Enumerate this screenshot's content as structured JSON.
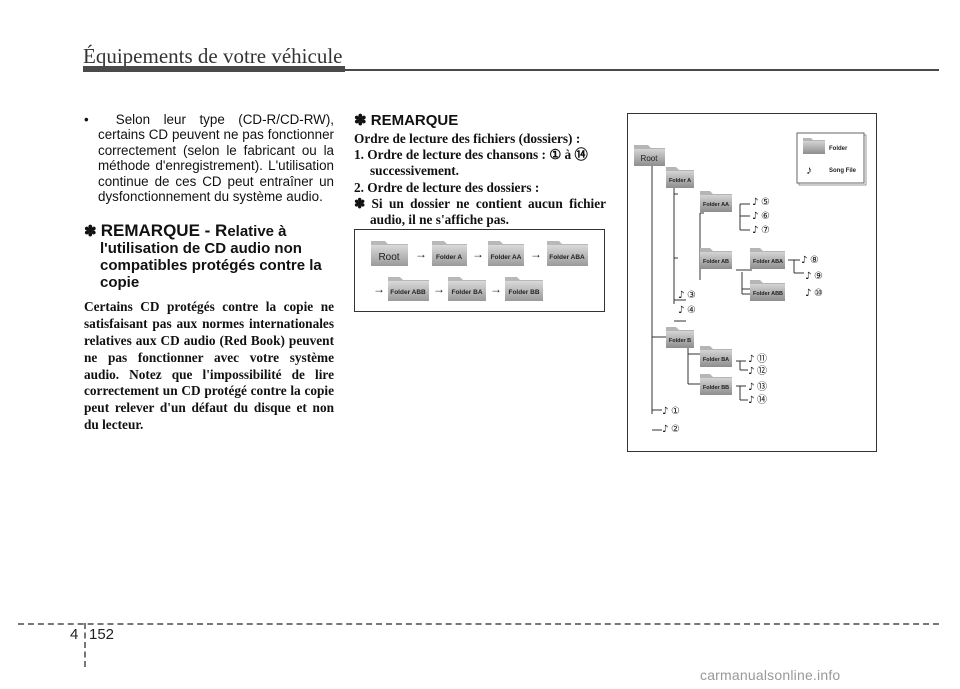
{
  "header": {
    "title": "Équipements de votre véhicule"
  },
  "left_column": {
    "bullet_symbol": "•",
    "bullet_text": "Selon leur type (CD-R/CD-RW), certains CD peuvent ne pas fonctionner correctement (selon le fabricant ou la méthode d'enregistrement). L'utilisation continue de ces CD peut entraîner un dysfonctionnement du système audio.",
    "remark_symbol": "✽",
    "remark_prefix": "REMARQUE - R",
    "remark_title_rest": "elative à l'utilisation de CD audio non compatibles protégés contre la copie",
    "remark_body": "Certains CD protégés contre la copie ne satisfaisant pas aux normes internationales relatives aux CD audio (Red Book) peuvent ne pas fonctionner avec votre système audio. Notez que l'impossibilité de lire correctement un CD protégé contre la copie peut relever d'un défaut du disque et non du lecteur."
  },
  "right_column": {
    "remark_symbol": "✽",
    "remark_title": "REMARQUE",
    "intro": "Ordre de lecture des fichiers (dossiers) :",
    "item1_lead": "1. Ordre de lecture des chansons : ",
    "item1_from": "①",
    "item1_mid": " à ",
    "item1_to": "⑭",
    "item1_rest": "successivement.",
    "item2": "2. Ordre de lecture des dossiers :",
    "note_symbol": "✽",
    "note_text": "Si un dossier ne contient aucun fichier audio, il ne s'affiche pas."
  },
  "flow": {
    "arrow": "→",
    "row1": [
      "Root",
      "Folder A",
      "Folder AA",
      "Folder ABA"
    ],
    "row2": [
      "Folder ABB",
      "Folder BA",
      "Folder BB"
    ]
  },
  "tree": {
    "folders": {
      "root": "Root",
      "a": "Folder A",
      "aa": "Folder AA",
      "ab": "Folder AB",
      "aba": "Folder ABA",
      "abb": "Folder ABB",
      "b": "Folder B",
      "ba": "Folder BA",
      "bb": "Folder BB"
    },
    "legend": {
      "folder": "Folder",
      "song": "Song File"
    },
    "note_glyph": "♪",
    "songs": [
      "①",
      "②",
      "③",
      "④",
      "⑤",
      "⑥",
      "⑦",
      "⑧",
      "⑨",
      "⑩",
      "⑪",
      "⑫",
      "⑬",
      "⑭"
    ]
  },
  "footer": {
    "chapter": "4",
    "page": "152",
    "watermark": "carmanualsonline.info"
  }
}
